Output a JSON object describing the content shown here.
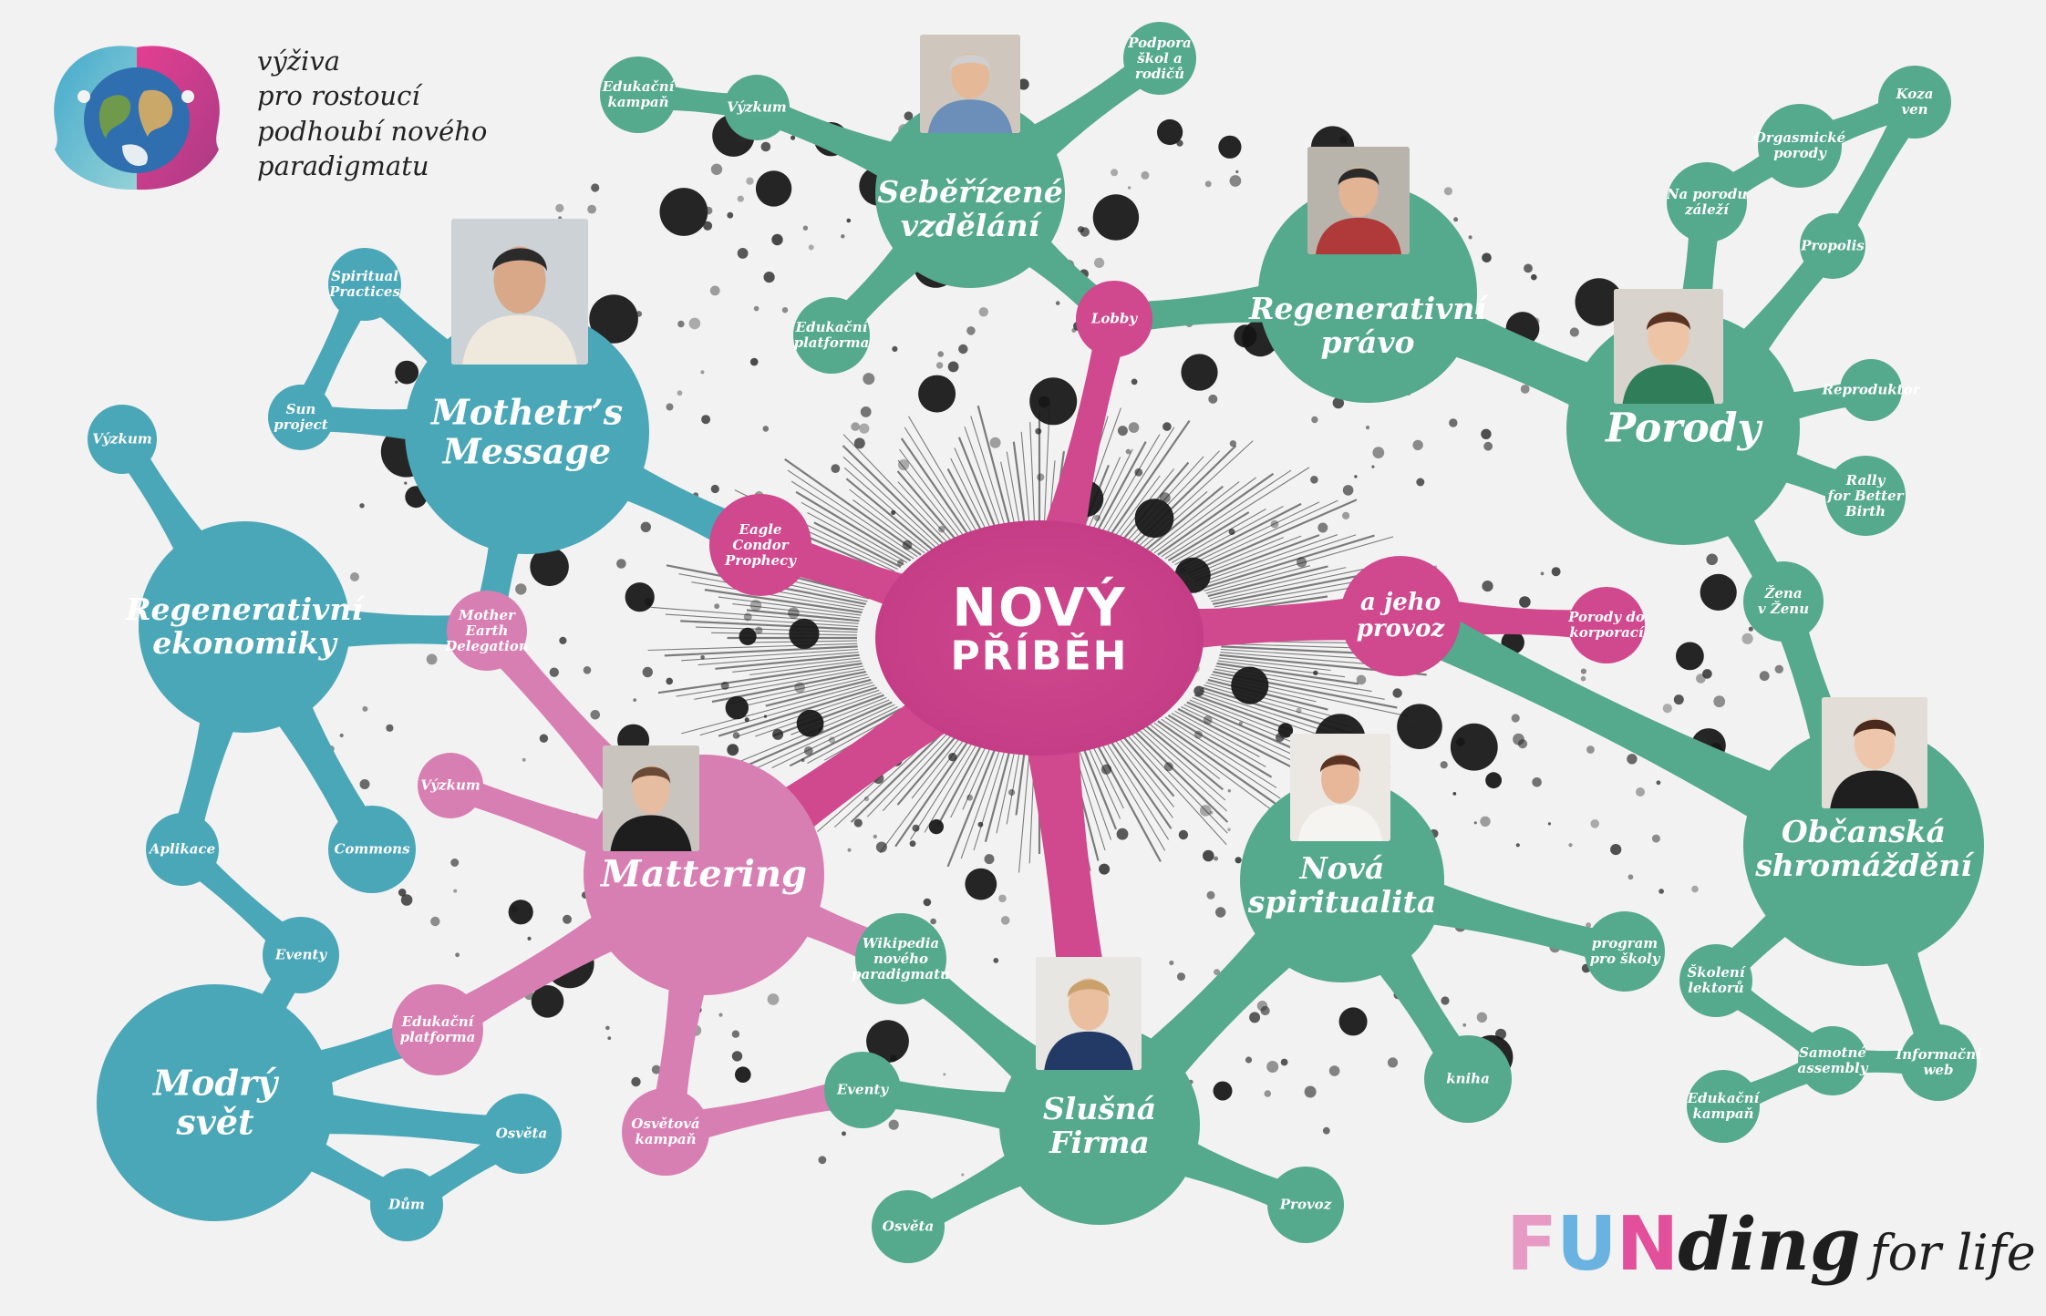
{
  "colors": {
    "teal": "#4aa7b8",
    "green": "#55a98d",
    "pink": "#d0488d",
    "light_pink": "#d77fb2",
    "background": "#f3f2f2"
  },
  "header": {
    "tagline": "výživa\npro rostoucí\npodhoubí nového\nparadigmatu"
  },
  "brand": {
    "fun": "FUN",
    "ding": "ding",
    "for_life": "for life"
  },
  "center": {
    "title_line1": "NOVÝ",
    "title_line2": "PŘÍBĚH"
  },
  "diagram": {
    "nodes": [
      {
        "id": "selfdirected",
        "label": "Seběřízené\nvzdělání",
        "color": "green",
        "size": "big",
        "photo": "man-glasses"
      },
      {
        "id": "podpora",
        "label": "Podpora\nškol a\nrodičů",
        "color": "green",
        "size": "small"
      },
      {
        "id": "vyzkum_top",
        "label": "Výzkum",
        "color": "green",
        "size": "small"
      },
      {
        "id": "edukampan_top",
        "label": "Edukační\nkampaň",
        "color": "green",
        "size": "small"
      },
      {
        "id": "eduplatf_top",
        "label": "Edukační\nplatforma",
        "color": "green",
        "size": "small"
      },
      {
        "id": "lobby",
        "label": "Lobby",
        "color": "pink",
        "size": "small"
      },
      {
        "id": "regpravo",
        "label": "Regenerativní\nprávo",
        "color": "green",
        "size": "big",
        "photo": "man-cap"
      },
      {
        "id": "porody",
        "label": "Porody",
        "color": "green",
        "size": "big",
        "photo": "woman-green"
      },
      {
        "id": "orgasmicke",
        "label": "Orgasmické\nporody",
        "color": "green",
        "size": "small"
      },
      {
        "id": "koza",
        "label": "Koza\nven",
        "color": "green",
        "size": "small"
      },
      {
        "id": "na_porodu",
        "label": "Na porodu\nzáleží",
        "color": "green",
        "size": "small"
      },
      {
        "id": "propolis",
        "label": "Propolis",
        "color": "green",
        "size": "small"
      },
      {
        "id": "reproduktor",
        "label": "Reproduktor",
        "color": "green",
        "size": "small"
      },
      {
        "id": "rally",
        "label": "Rally\nfor Better\nBirth",
        "color": "green",
        "size": "small"
      },
      {
        "id": "zena",
        "label": "Žena\nv Ženu",
        "color": "green",
        "size": "small"
      },
      {
        "id": "porody_korporaci",
        "label": "Porody do\nkorporací",
        "color": "pink",
        "size": "small"
      },
      {
        "id": "ajeho",
        "label": "a jeho\nprovoz",
        "color": "pink",
        "size": "mid"
      },
      {
        "id": "obcanska",
        "label": "Občanská\nshromáždění",
        "color": "green",
        "size": "big",
        "photo": "woman-dark"
      },
      {
        "id": "skoleni",
        "label": "Školení\nlektorů",
        "color": "green",
        "size": "small"
      },
      {
        "id": "samotne",
        "label": "Samotné\nassembly",
        "color": "green",
        "size": "small"
      },
      {
        "id": "edukampan_r",
        "label": "Edukační\nkampaň",
        "color": "green",
        "size": "small"
      },
      {
        "id": "infoweb",
        "label": "Informační\nweb",
        "color": "green",
        "size": "small"
      },
      {
        "id": "nova_spirit",
        "label": "Nová\nspiritualita",
        "color": "green",
        "size": "big",
        "photo": "woman-white"
      },
      {
        "id": "program",
        "label": "program\npro školy",
        "color": "green",
        "size": "small"
      },
      {
        "id": "kniha",
        "label": "kniha",
        "color": "green",
        "size": "small"
      },
      {
        "id": "slusna",
        "label": "Slušná\nFirma",
        "color": "green",
        "size": "big",
        "photo": "woman-stripes"
      },
      {
        "id": "wiki",
        "label": "Wikipedia\nnového\nparadigmatu",
        "color": "green",
        "size": "small"
      },
      {
        "id": "eventy_sf",
        "label": "Eventy",
        "color": "green",
        "size": "small"
      },
      {
        "id": "osveta_sf",
        "label": "Osvěta",
        "color": "green",
        "size": "small"
      },
      {
        "id": "provoz",
        "label": "Provoz",
        "color": "green",
        "size": "small"
      },
      {
        "id": "mattering",
        "label": "Mattering",
        "color": "light_pink",
        "size": "big",
        "photo": "woman-short"
      },
      {
        "id": "vyzkum_m",
        "label": "Výzkum",
        "color": "light_pink",
        "size": "small"
      },
      {
        "id": "eduplatf_m",
        "label": "Edukační\nplatforma",
        "color": "light_pink",
        "size": "small"
      },
      {
        "id": "osvetova",
        "label": "Osvětová\nkampaň",
        "color": "light_pink",
        "size": "small"
      },
      {
        "id": "mother_earth",
        "label": "Mother\nEarth\nDelegation",
        "color": "light_pink",
        "size": "small"
      },
      {
        "id": "eagle",
        "label": "Eagle\nCondor\nProphecy",
        "color": "pink",
        "size": "small"
      },
      {
        "id": "mothers_msg",
        "label": "Mothetr’s\nMessage",
        "color": "teal",
        "size": "big",
        "photo": "woman-sweater"
      },
      {
        "id": "spiritual",
        "label": "Spiritual\nPractices",
        "color": "teal",
        "size": "small"
      },
      {
        "id": "sun",
        "label": "Sun\nproject",
        "color": "teal",
        "size": "small"
      },
      {
        "id": "regekon",
        "label": "Regenerativní\nekonomiky",
        "color": "teal",
        "size": "big"
      },
      {
        "id": "vyzkum_l",
        "label": "Výzkum",
        "color": "teal",
        "size": "small"
      },
      {
        "id": "commons",
        "label": "Commons",
        "color": "teal",
        "size": "small"
      },
      {
        "id": "aplikace",
        "label": "Aplikace",
        "color": "teal",
        "size": "small"
      },
      {
        "id": "eventy_l",
        "label": "Eventy",
        "color": "teal",
        "size": "small"
      },
      {
        "id": "modry",
        "label": "Modrý\nsvět",
        "color": "teal",
        "size": "big"
      },
      {
        "id": "osveta_l",
        "label": "Osvěta",
        "color": "teal",
        "size": "small"
      },
      {
        "id": "dum",
        "label": "Dům",
        "color": "teal",
        "size": "small"
      }
    ]
  }
}
